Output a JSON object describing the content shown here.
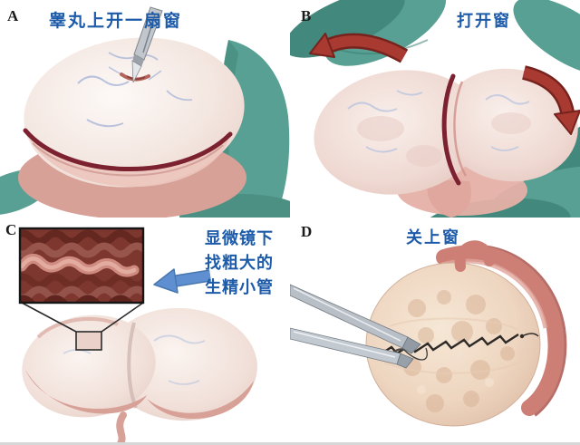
{
  "panels": {
    "a": {
      "letter": "A",
      "caption": "睾丸上开一扇窗"
    },
    "b": {
      "letter": "B",
      "caption": "打开窗"
    },
    "c": {
      "letter": "C",
      "caption_lines": [
        "显微镜下",
        "找粗大的",
        "生精小管"
      ]
    },
    "d": {
      "letter": "D",
      "caption": "关上窗"
    }
  },
  "colors": {
    "caption_blue": "#1d5ba9",
    "letter_black": "#1b1b1b",
    "glove_teal": "#58a093",
    "glove_teal_dark": "#43887c",
    "incision_red": "#7c2130",
    "tunica_pink": "#d8a198",
    "arrow_red": "#a83a32",
    "arrow_red_dark": "#77231d",
    "arrow_blue": "#5f8fd0",
    "tubule_dark": "#7d372f"
  }
}
